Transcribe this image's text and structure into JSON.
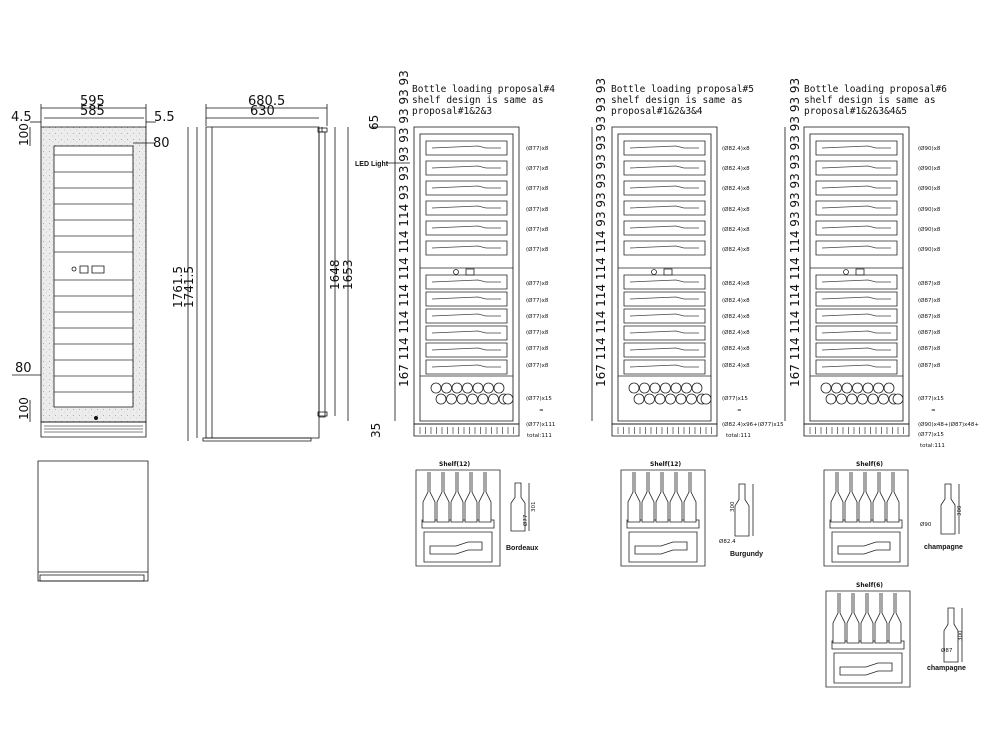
{
  "front_view": {
    "width_outer": "595",
    "width_inner": "585",
    "dim_left_gap": "4.5",
    "dim_top_100": "100",
    "dim_80_left": "80",
    "dim_bottom_100": "100",
    "dim_5_5": "5.5",
    "dim_80_right": "80"
  },
  "side_view": {
    "depth_outer": "680.5",
    "depth_inner": "630",
    "height_1761": "1761.5",
    "height_1741": "1741.5",
    "height_1648": "1648",
    "height_1653": "1653"
  },
  "proposal4": {
    "title_lines": [
      "Bottle loading proposal#4",
      "shelf design is same as",
      "proposal#1&2&3"
    ],
    "dim_65": "65",
    "dim_35": "35",
    "led_label": "LED Light",
    "left_dims": "167 114 114 114 114 114 114 93 93 93 93 93 93 93",
    "row_labels": [
      "(Ø77)x8",
      "(Ø77)x8",
      "(Ø77)x8",
      "(Ø77)x8",
      "(Ø77)x8",
      "(Ø77)x8",
      "(Ø77)x8",
      "(Ø77)x8",
      "(Ø77)x8",
      "(Ø77)x8",
      "(Ø77)x8",
      "(Ø77)x8"
    ],
    "bottom_label": "(Ø77)x15",
    "eq_sign": "=",
    "total_expr": "(Ø77)x111",
    "total": "total:111",
    "shelf_caption": "Shelf(12)",
    "bottle_name": "Bordeaux",
    "bottle_h": "301",
    "bottle_d": "Ø77"
  },
  "proposal5": {
    "title_lines": [
      "Bottle loading proposal#5",
      "shelf design is same as",
      "proposal#1&2&3&4"
    ],
    "left_dims": "167 114 114 114 114 114 93 93 93 93 93 93 93 93",
    "row_labels": [
      "(Ø82.4)x8",
      "(Ø82.4)x8",
      "(Ø82.4)x8",
      "(Ø82.4)x8",
      "(Ø82.4)x8",
      "(Ø82.4)x8",
      "(Ø82.4)x8",
      "(Ø82.4)x8",
      "(Ø82.4)x8",
      "(Ø82.4)x8",
      "(Ø82.4)x8",
      "(Ø82.4)x8"
    ],
    "bottom_label": "(Ø77)x15",
    "eq_sign": "=",
    "total_expr": "(Ø82.4)x96+(Ø77)x15",
    "total": "total:111",
    "shelf_caption": "Shelf(12)",
    "bottle_name": "Burgundy",
    "bottle_h": "300",
    "bottle_d": "Ø82.4"
  },
  "proposal6": {
    "title_lines": [
      "Bottle loading proposal#6",
      "shelf design is same as",
      "proposal#1&2&3&4&5"
    ],
    "left_dims": "167 114 114 114 114 114 93 93 93 93 93 93 93 93",
    "row_labels": [
      "(Ø90)x8",
      "(Ø90)x8",
      "(Ø90)x8",
      "(Ø90)x8",
      "(Ø90)x8",
      "(Ø90)x8",
      "(Ø87)x8",
      "(Ø87)x8",
      "(Ø87)x8",
      "(Ø87)x8",
      "(Ø87)x8",
      "(Ø87)x8"
    ],
    "bottom_label": "(Ø77)x15",
    "eq_sign": "=",
    "total_expr_1": "(Ø90)x48+(Ø87)x48+",
    "total_expr_2": "(Ø77)x15",
    "total": "total:111",
    "shelf_caption_a": "Shelf(6)",
    "bottle_name_a": "champagne",
    "bottle_h_a": "300",
    "bottle_d_a": "Ø90",
    "shelf_caption_b": "Shelf(6)",
    "bottle_name_b": "champagne",
    "bottle_h_b": "300",
    "bottle_d_b": "Ø87"
  }
}
